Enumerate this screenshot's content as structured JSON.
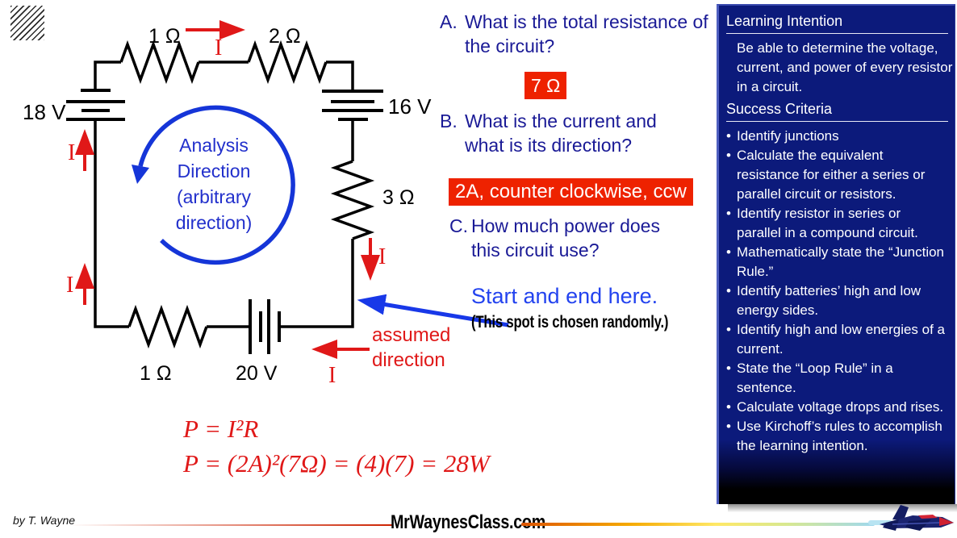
{
  "circuit": {
    "labels": {
      "r1": "1 Ω",
      "r2": "2 Ω",
      "r3": "3 Ω",
      "r4": "1 Ω",
      "v1": "18 V",
      "v2": "16 V",
      "v3": "20 V",
      "current": "I"
    },
    "analysis_lines": [
      "Analysis",
      "Direction",
      "(arbitrary",
      "direction)"
    ]
  },
  "questions": {
    "a": {
      "label": "A.",
      "text": "What is the total resistance of the circuit?",
      "answer": "7 Ω"
    },
    "b": {
      "label": "B.",
      "text": "What is the current and what is its direction?",
      "answer": "2A, counter clockwise, ccw"
    },
    "c": {
      "label": "C.",
      "text": "How much power does this circuit use?"
    }
  },
  "annotations": {
    "start_here": "Start and end here.",
    "random_note": "(This spot is chosen randomly.)",
    "assumed_line1": "assumed",
    "assumed_line2": "direction"
  },
  "formulas": {
    "line1": "P = I²R",
    "line2": "P = (2A)²(7Ω) = (4)(7) = 28W"
  },
  "panel": {
    "title": "Learning Intention",
    "intention": "Be able to determine the voltage, current, and power of every resistor in a circuit.",
    "criteria_title": "Success Criteria",
    "bullets": [
      "Identify junctions",
      "Calculate the equivalent resistance for either a series or parallel circuit or resistors.",
      "Identify resistor in series or parallel in a compound circuit.",
      "Mathematically state the “Junction Rule.”",
      "Identify batteries’ high and low energy sides.",
      "Identify high and low energies of a current.",
      "State the “Loop Rule” in a sentence.",
      "Calculate voltage drops and rises.",
      "Use Kirchoff’s rules to accomplish the learning intention."
    ]
  },
  "footer": {
    "credit": "by T. Wayne",
    "site": "MrWaynesClass.com"
  },
  "colors": {
    "panel_bg": "#0c1a7b",
    "answer_box_bg": "#ee2200",
    "answer_text": "#ffffff",
    "question_text": "#1a1a96",
    "annotation_red": "#e01818",
    "analysis_blue": "#2230cc",
    "arrow_blue": "#1838e8",
    "circuit_black": "#000000"
  }
}
